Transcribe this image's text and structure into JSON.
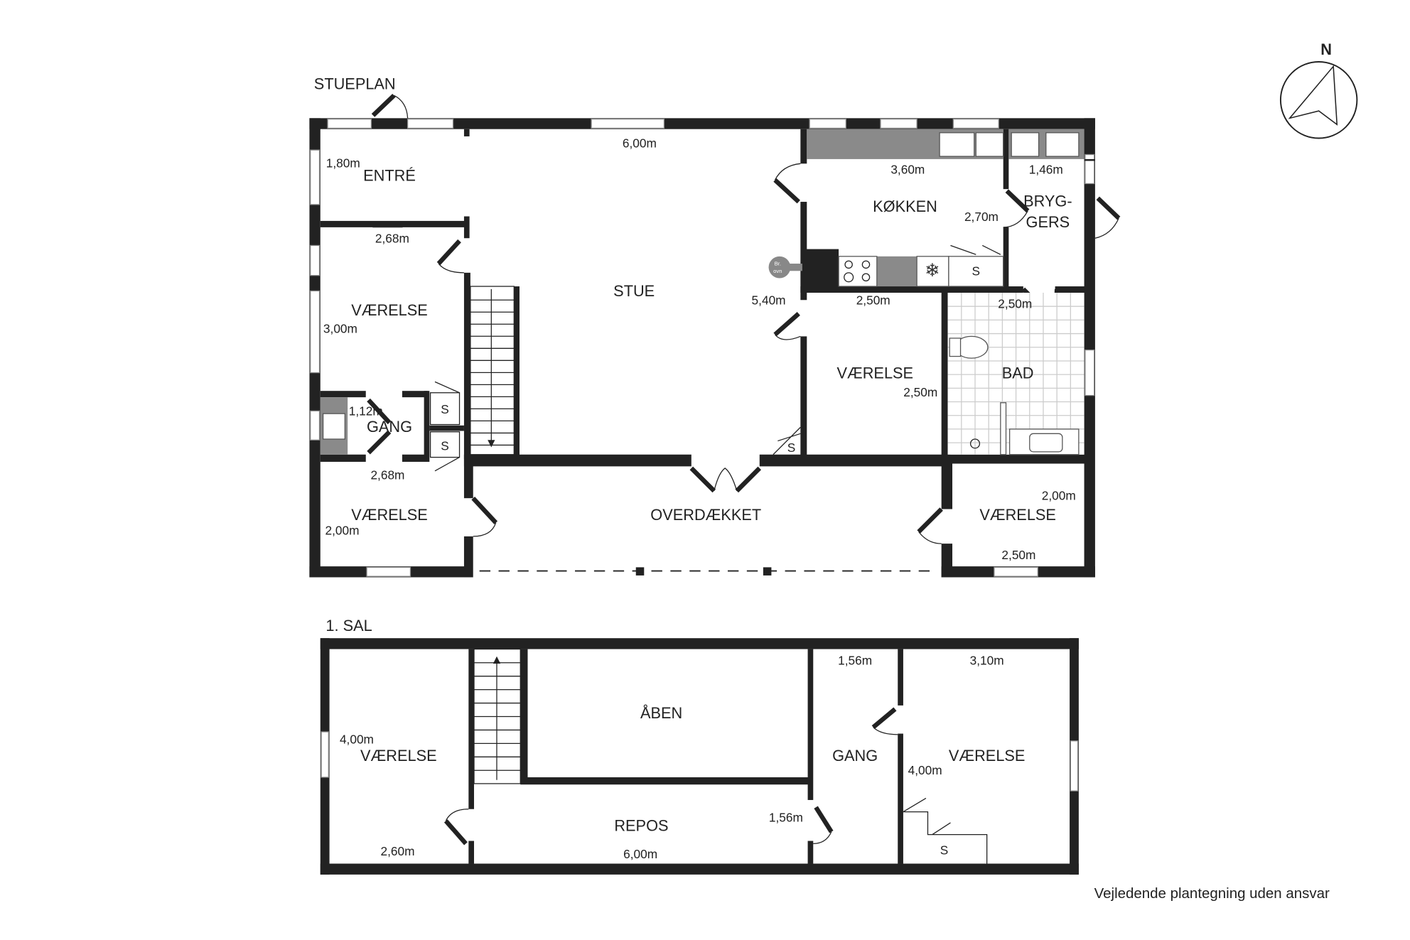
{
  "ground_floor": {
    "title": "STUEPLAN",
    "rooms": {
      "entre": "ENTRÉ",
      "stue": "STUE",
      "koekken": "KØKKEN",
      "bryggers_1": "BRYG-",
      "bryggers_2": "GERS",
      "vaerelse_left_upper": "VÆRELSE",
      "gang": "GANG",
      "vaerelse_left_lower": "VÆRELSE",
      "overdaekket": "OVERDÆKKET",
      "vaerelse_mid": "VÆRELSE",
      "bad": "BAD",
      "vaerelse_right": "VÆRELSE"
    },
    "dimensions": {
      "entre_h": "1,80m",
      "stue_w": "6,00m",
      "stue_h": "5,40m",
      "koekken_w": "3,60m",
      "koekken_h": "2,70m",
      "bryggers_w": "1,46m",
      "vaerelse1_w": "2,68m",
      "vaerelse1_h": "3,00m",
      "gang_h": "1,12m",
      "vaerelse2_w": "2,68m",
      "vaerelse2_h": "2,00m",
      "vaerelse3_w": "2,50m",
      "vaerelse3_h": "2,50m",
      "bad_w": "2,50m",
      "vaerelse4_h": "2,00m",
      "vaerelse4_w": "2,50m"
    },
    "symbols": {
      "stove_1": "Br.",
      "stove_2": "ovn",
      "storage": "S"
    }
  },
  "first_floor": {
    "title": "1. SAL",
    "rooms": {
      "vaerelse_left": "VÆRELSE",
      "aaben": "ÅBEN",
      "repos": "REPOS",
      "gang": "GANG",
      "vaerelse_right": "VÆRELSE"
    },
    "dimensions": {
      "vaerelse_left_h": "4,00m",
      "vaerelse_left_w": "2,60m",
      "repos_w": "6,00m",
      "repos_h": "1,56m",
      "gang_w": "1,56m",
      "vaerelse_right_w": "3,10m",
      "vaerelse_right_h": "4,00m"
    },
    "symbols": {
      "storage": "S"
    }
  },
  "compass": {
    "label": "N"
  },
  "disclaimer": "Vejledende plantegning uden ansvar",
  "colors": {
    "wall": "#222222",
    "counter": "#8a8a8a"
  }
}
